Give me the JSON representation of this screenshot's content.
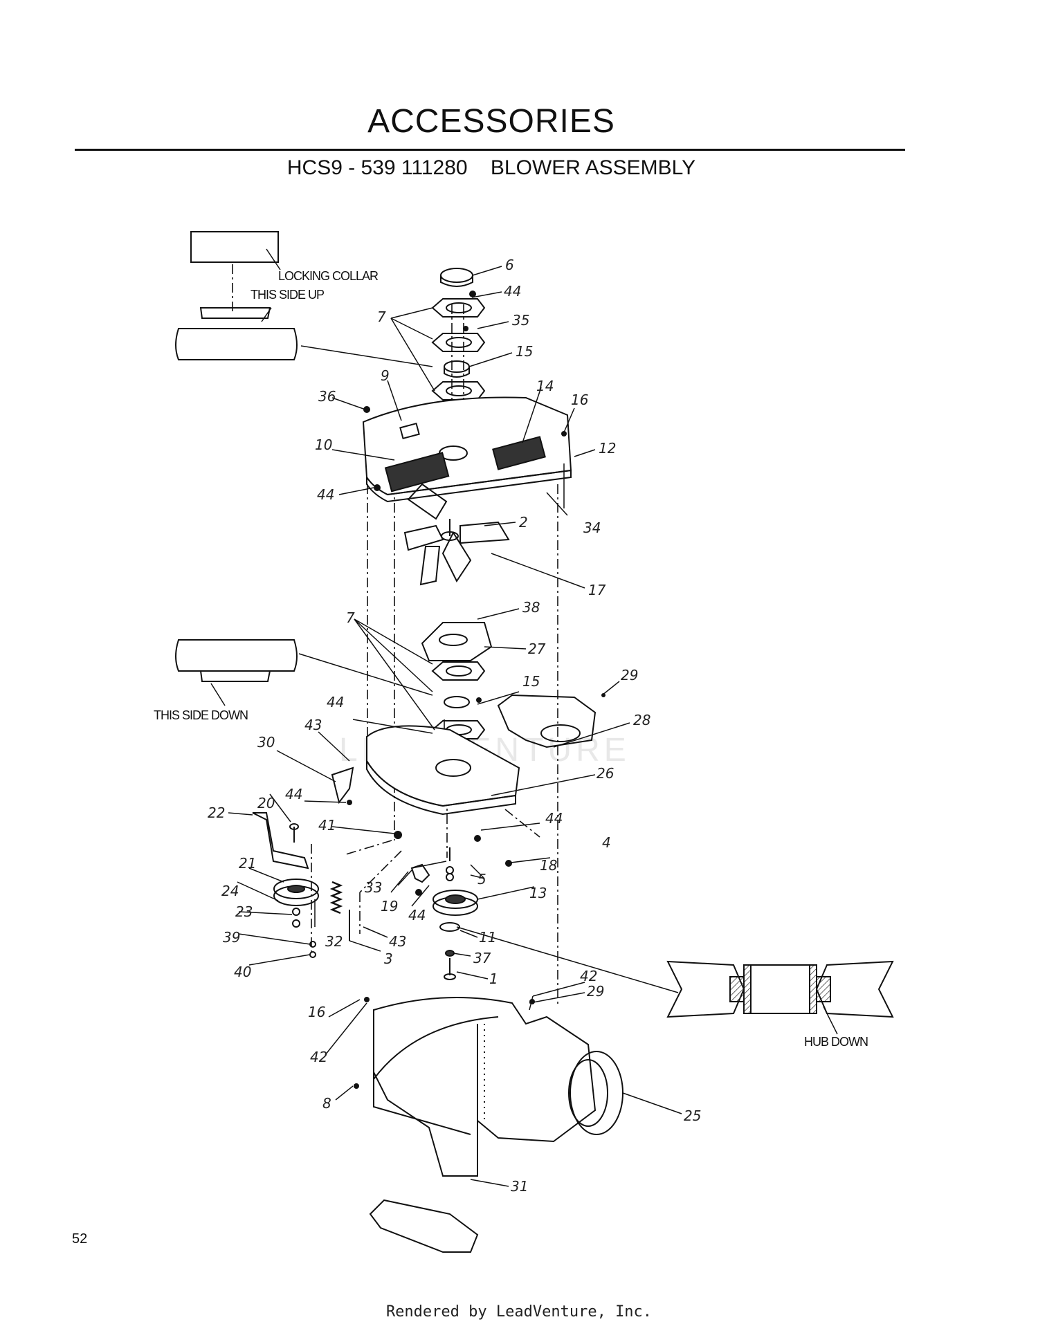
{
  "page": {
    "title": "ACCESSORIES",
    "subtitle": "HCS9 - 539 111280    BLOWER ASSEMBLY",
    "page_number": "52",
    "footer": "Rendered by LeadVenture, Inc.",
    "watermark": "LEADVENTURE"
  },
  "notes": {
    "locking_collar": "LOCKING COLLAR",
    "this_side_up": "THIS SIDE UP",
    "this_side_down": "THIS SIDE DOWN",
    "hub_down": "HUB DOWN"
  },
  "callouts": [
    {
      "id": "c6",
      "label": "6"
    },
    {
      "id": "c44a",
      "label": "44"
    },
    {
      "id": "c7a",
      "label": "7"
    },
    {
      "id": "c35",
      "label": "35"
    },
    {
      "id": "c15a",
      "label": "15"
    },
    {
      "id": "c9",
      "label": "9"
    },
    {
      "id": "c14",
      "label": "14"
    },
    {
      "id": "c16a",
      "label": "16"
    },
    {
      "id": "c36",
      "label": "36"
    },
    {
      "id": "c10",
      "label": "10"
    },
    {
      "id": "c12",
      "label": "12"
    },
    {
      "id": "c44b",
      "label": "44"
    },
    {
      "id": "c34",
      "label": "34"
    },
    {
      "id": "c2",
      "label": "2"
    },
    {
      "id": "c17",
      "label": "17"
    },
    {
      "id": "c7b",
      "label": "7"
    },
    {
      "id": "c38",
      "label": "38"
    },
    {
      "id": "c27",
      "label": "27"
    },
    {
      "id": "c15b",
      "label": "15"
    },
    {
      "id": "c29a",
      "label": "29"
    },
    {
      "id": "c44c",
      "label": "44"
    },
    {
      "id": "c28",
      "label": "28"
    },
    {
      "id": "c43a",
      "label": "43"
    },
    {
      "id": "c30",
      "label": "30"
    },
    {
      "id": "c26",
      "label": "26"
    },
    {
      "id": "c44d",
      "label": "44"
    },
    {
      "id": "c20",
      "label": "20"
    },
    {
      "id": "c22",
      "label": "22"
    },
    {
      "id": "c41",
      "label": "41"
    },
    {
      "id": "c44e",
      "label": "44"
    },
    {
      "id": "c4",
      "label": "4"
    },
    {
      "id": "c18",
      "label": "18"
    },
    {
      "id": "c21",
      "label": "21"
    },
    {
      "id": "c5",
      "label": "5"
    },
    {
      "id": "c33",
      "label": "33"
    },
    {
      "id": "c13",
      "label": "13"
    },
    {
      "id": "c24",
      "label": "24"
    },
    {
      "id": "c19",
      "label": "19"
    },
    {
      "id": "c44f",
      "label": "44"
    },
    {
      "id": "c23",
      "label": "23"
    },
    {
      "id": "c32",
      "label": "32"
    },
    {
      "id": "c43b",
      "label": "43"
    },
    {
      "id": "c39",
      "label": "39"
    },
    {
      "id": "c11",
      "label": "11"
    },
    {
      "id": "c3",
      "label": "3"
    },
    {
      "id": "c37",
      "label": "37"
    },
    {
      "id": "c40",
      "label": "40"
    },
    {
      "id": "c1",
      "label": "1"
    },
    {
      "id": "c42a",
      "label": "42"
    },
    {
      "id": "c29b",
      "label": "29"
    },
    {
      "id": "c16b",
      "label": "16"
    },
    {
      "id": "c42b",
      "label": "42"
    },
    {
      "id": "c8",
      "label": "8"
    },
    {
      "id": "c25",
      "label": "25"
    },
    {
      "id": "c31",
      "label": "31"
    }
  ]
}
